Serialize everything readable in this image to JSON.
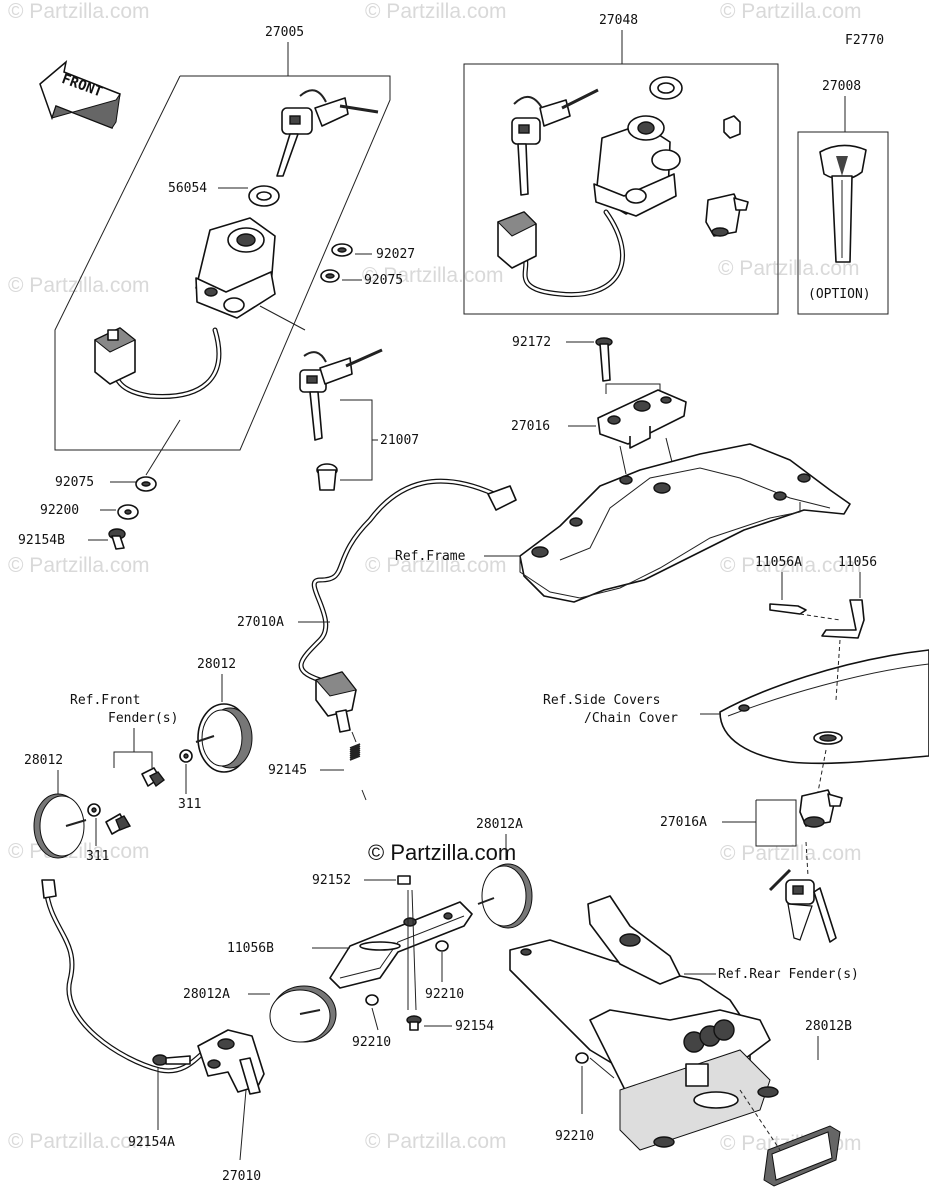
{
  "figure_code": "F2770",
  "front_label": "FRONT",
  "copyright": "© Partzilla.com",
  "watermark": "© Partzilla.com",
  "option_label": "(OPTION)",
  "labels": {
    "p27005": "27005",
    "p27048": "27048",
    "p27008": "27008",
    "p56054": "56054",
    "p92027": "92027",
    "p92075a": "92075",
    "p92075b": "92075",
    "p92200": "92200",
    "p92154b": "92154B",
    "p21007": "21007",
    "p92172": "92172",
    "p27016": "27016",
    "ref_frame": "Ref.Frame",
    "p11056a": "11056A",
    "p11056": "11056",
    "p27010a": "27010A",
    "p28012a_top": "28012",
    "ref_front_fender_1": "Ref.Front",
    "ref_front_fender_2": "Fender(s)",
    "p28012b_left": "28012",
    "p311a": "311",
    "p311b": "311",
    "p92145": "92145",
    "ref_side_covers_1": "Ref.Side Covers",
    "ref_side_covers_2": "/Chain Cover",
    "p27016a": "27016A",
    "p28012a_right": "28012A",
    "p92152": "92152",
    "p11056b": "11056B",
    "p92210a": "92210",
    "p28012a_left": "28012A",
    "p92210b": "92210",
    "p92154": "92154",
    "ref_rear_fender": "Ref.Rear Fender(s)",
    "p28012b": "28012B",
    "p92210c": "92210",
    "p92154a": "92154A",
    "p27010": "27010"
  }
}
